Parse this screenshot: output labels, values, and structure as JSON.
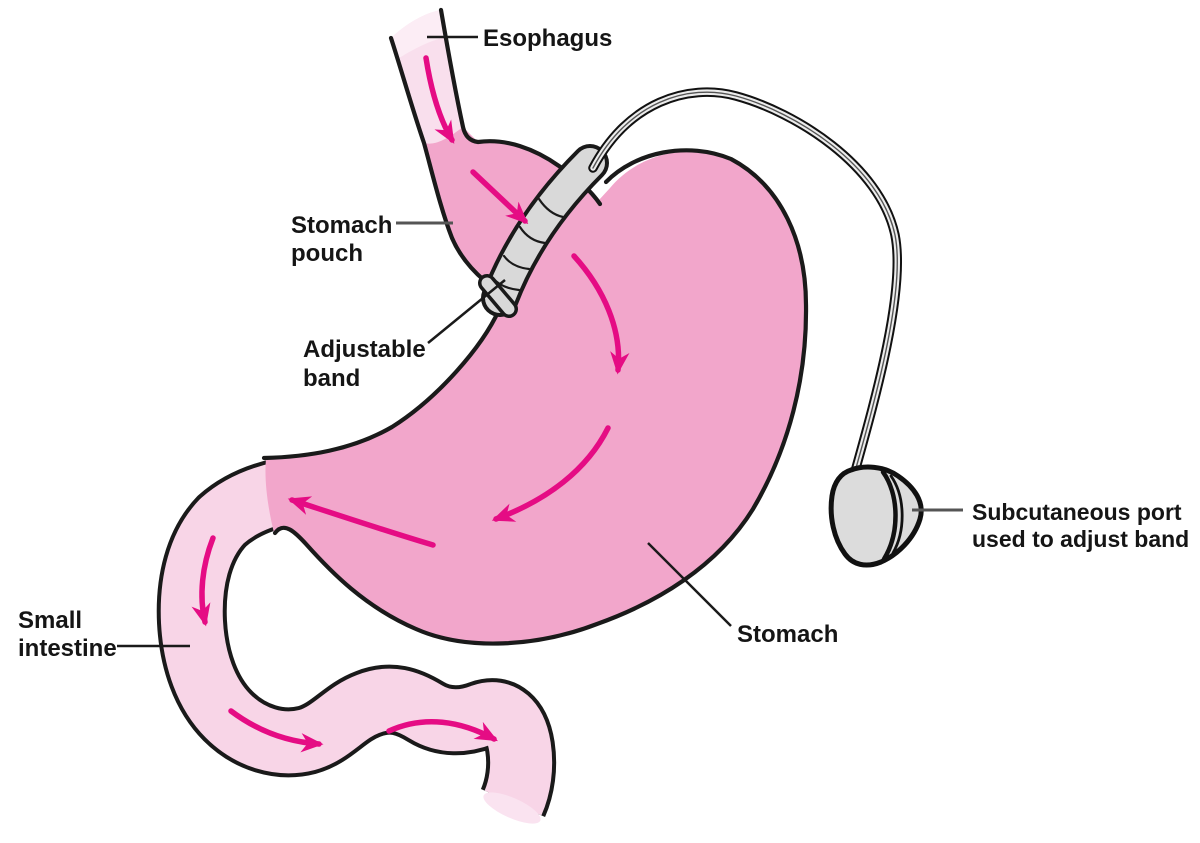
{
  "figure": {
    "type": "medical-illustration",
    "subject": "Adjustable gastric band on stomach with subcutaneous port",
    "labels": {
      "esophagus": {
        "text": "Esophagus"
      },
      "stomach_pouch": {
        "line1": "Stomach",
        "line2": "pouch"
      },
      "adjustable_band": {
        "line1": "Adjustable",
        "line2": "band"
      },
      "small_intestine": {
        "line1": "Small",
        "line2": "intestine"
      },
      "stomach": {
        "text": "Stomach"
      },
      "subcutaneous_port": {
        "line1": "Subcutaneous port",
        "line2": "used to adjust band"
      }
    },
    "colors": {
      "stomach_fill": "#F2A6CB",
      "intestine_fill": "#F8D5E7",
      "esophagus_fill": "#F9DFED",
      "esophagus_tip": "#FCEDF5",
      "cut_end": "#FAE3F0",
      "device_gray": "#DCDCDC",
      "tube_gray": "#ECECEC",
      "arrow": "#E50C84",
      "outline": "#1A1A1A",
      "background": "#FFFFFF"
    },
    "flow_arrows": [
      "esophagus-down",
      "pouch-inlet",
      "stomach-upper-curve",
      "stomach-lower-curve",
      "stomach-outlet-left",
      "duodenum-down",
      "jejunum-right-1",
      "jejunum-right-2"
    ]
  }
}
